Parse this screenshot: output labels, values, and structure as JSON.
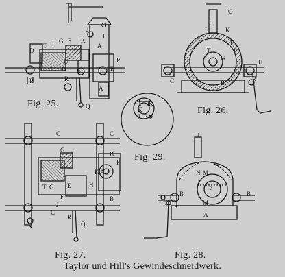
{
  "caption": "Taylor und Hill's Gewindeschneidwerk.",
  "figures": {
    "fig25": {
      "title": "Fig. 25.",
      "labels": [
        "D",
        "T",
        "F",
        "G",
        "E",
        "J",
        "K",
        "A",
        "L",
        "C",
        "U",
        "P",
        "B",
        "R",
        "R",
        "Q",
        "H",
        "S",
        "A",
        "O"
      ]
    },
    "fig26": {
      "title": "Fig. 26.",
      "labels": [
        "O",
        "I",
        "L",
        "K",
        "T",
        "G",
        "F",
        "F",
        "E",
        "D",
        "C",
        "H",
        "R",
        "B"
      ]
    },
    "fig29": {
      "title": "Fig. 29.",
      "labels": [
        "K",
        "K",
        "J",
        "P"
      ]
    },
    "fig27": {
      "title": "Fig. 27.",
      "labels": [
        "C",
        "C",
        "G",
        "T",
        "G",
        "E",
        "F",
        "K",
        "A",
        "H",
        "P",
        "B",
        "B",
        "C",
        "R",
        "Q",
        "J"
      ]
    },
    "fig28": {
      "title": "Fig. 28.",
      "labels": [
        "N",
        "M",
        "P",
        "M",
        "A",
        "B",
        "B",
        "R",
        "R"
      ]
    }
  }
}
